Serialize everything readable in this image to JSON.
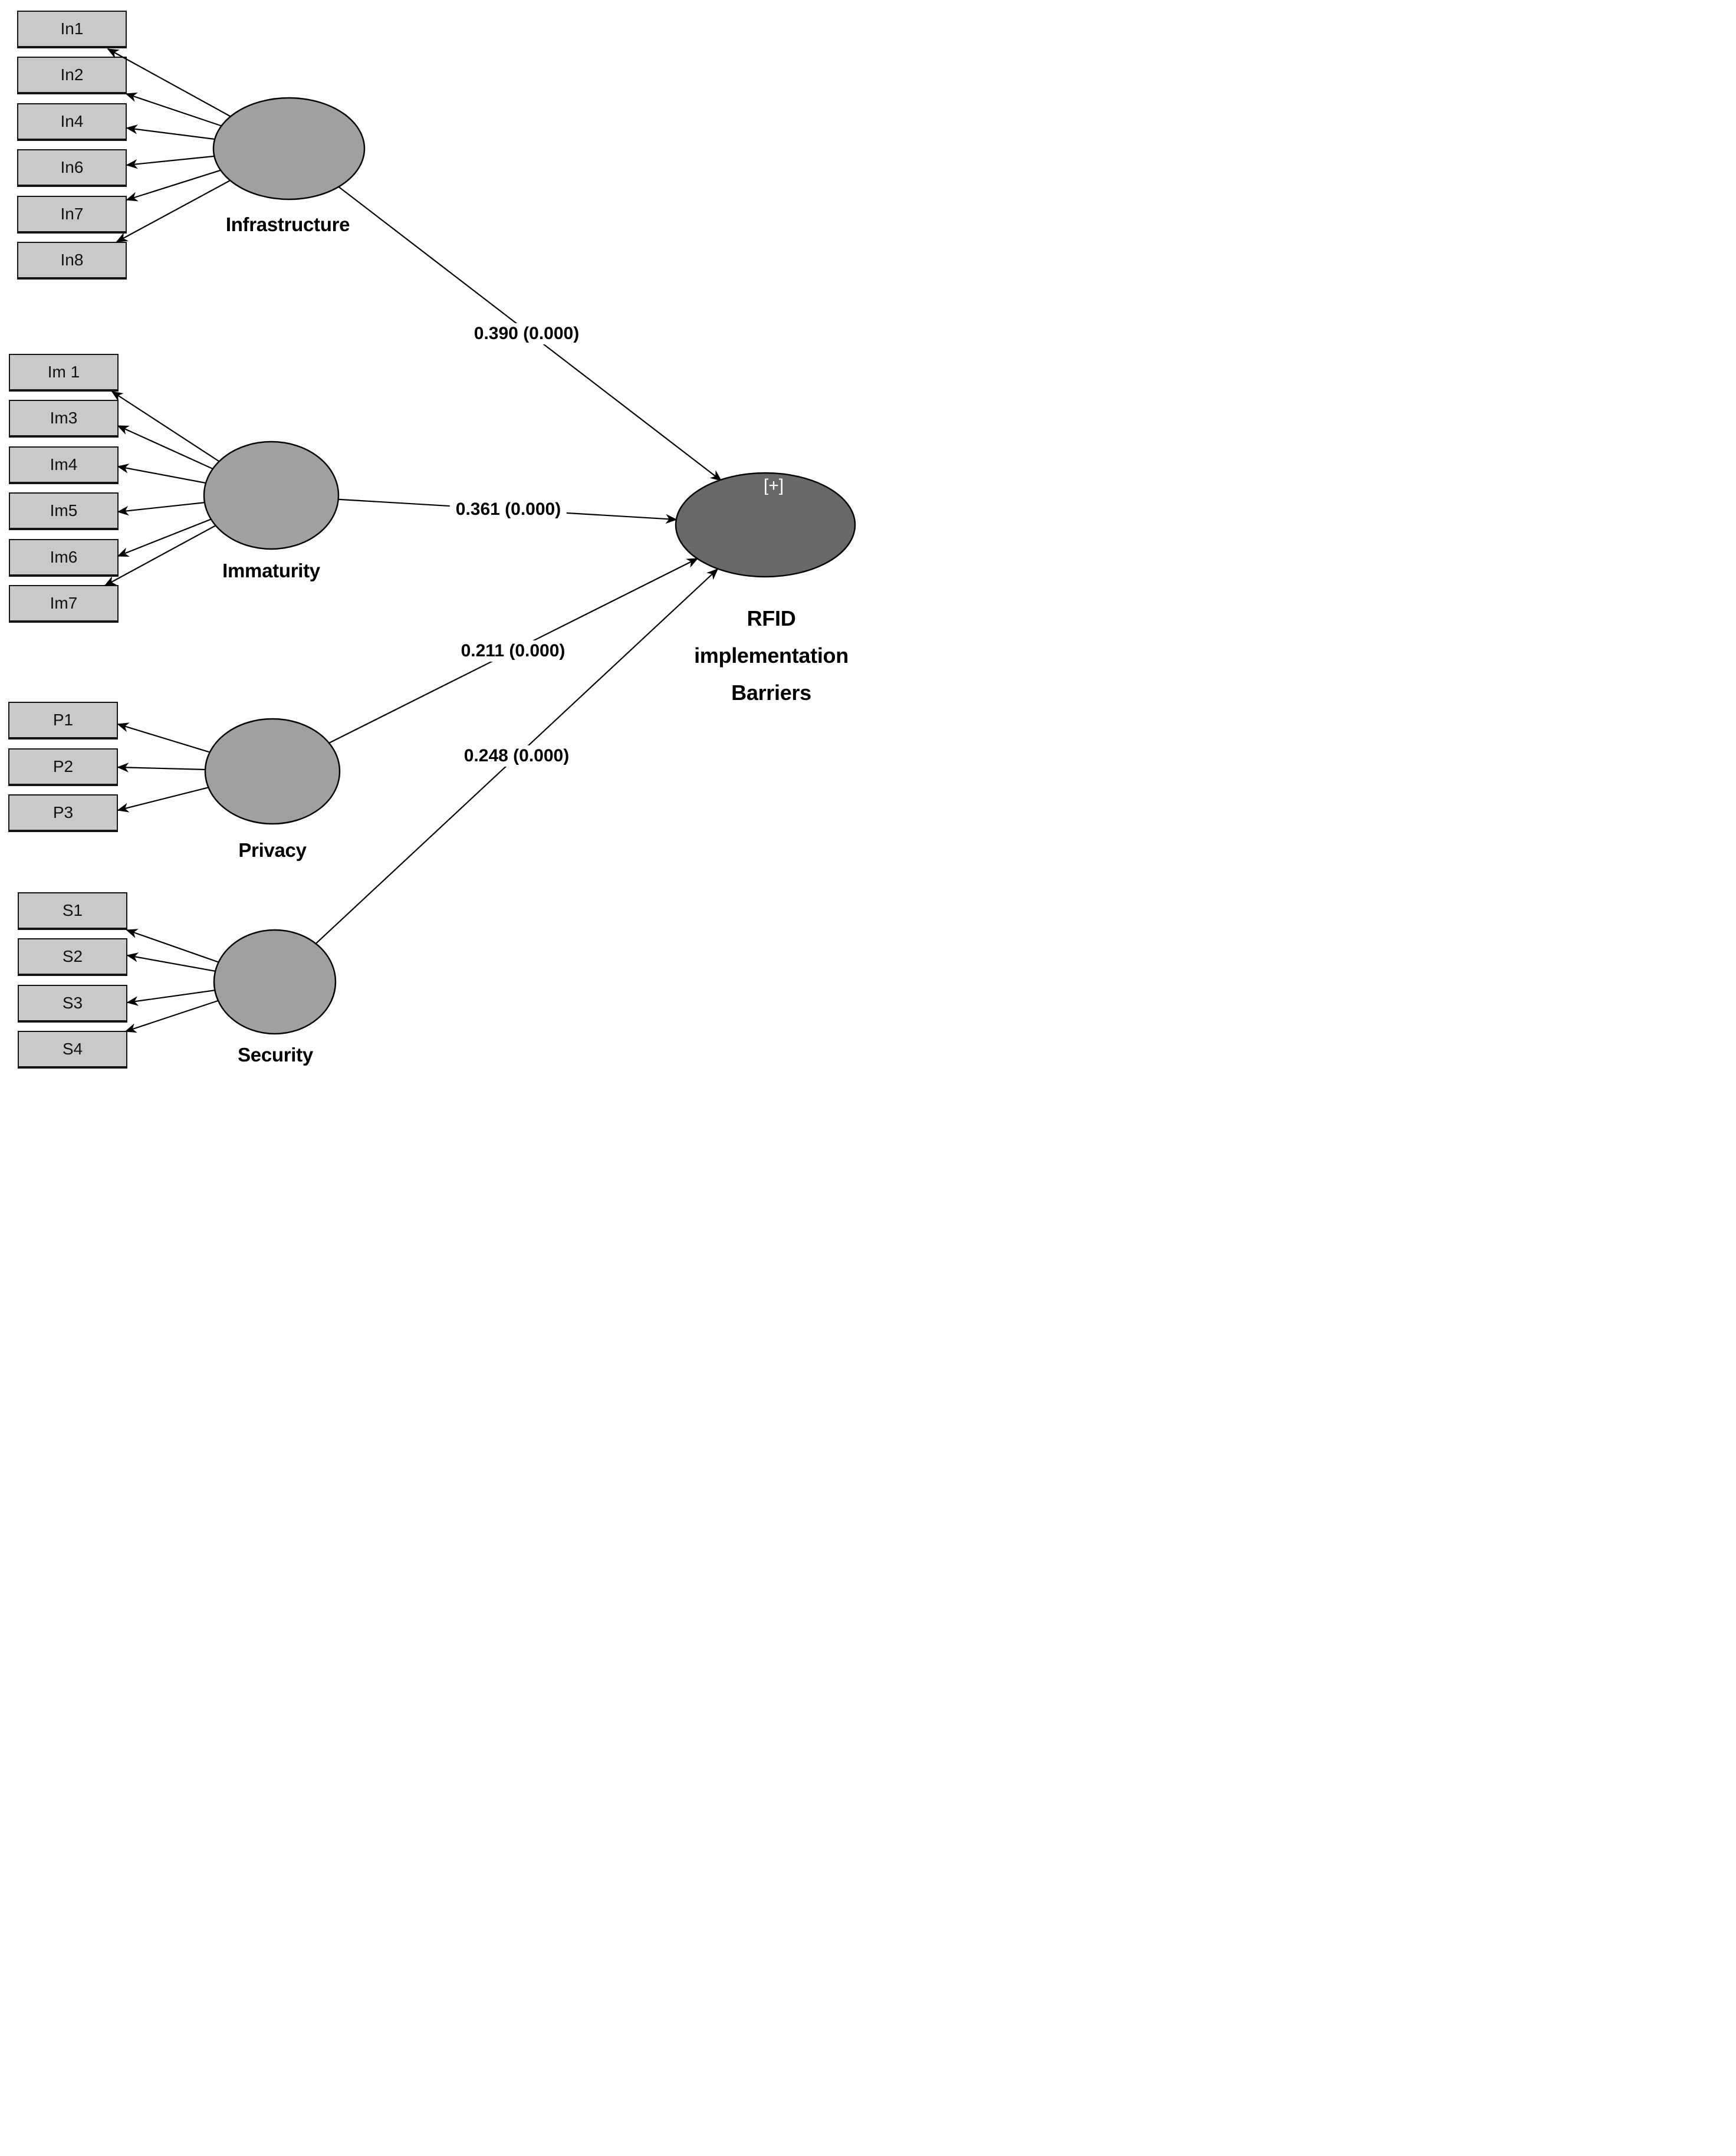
{
  "figure": {
    "kind": "structural-equation-model-path-diagram"
  },
  "colors": {
    "background": "#ffffff",
    "indicator_fill": "#c9c9c9",
    "indicator_border": "#151515",
    "construct_fill": "#a0a0a0",
    "construct_border": "#050505",
    "target_fill": "#686868",
    "arrow": "#000000",
    "label_text": "#000000",
    "plus_text": "#ffffff"
  },
  "constructs": [
    {
      "label": "Infrastructure",
      "path_label": "0.390 (0.000)",
      "indicators": [
        "In1",
        "In2",
        "In4",
        "In6",
        "In7",
        "In8"
      ]
    },
    {
      "label": "Immaturity",
      "path_label": "0.361 (0.000)",
      "indicators": [
        "Im 1",
        "Im3",
        "Im4",
        "Im5",
        "Im6",
        "Im7"
      ]
    },
    {
      "label": "Privacy",
      "path_label": "0.211 (0.000)",
      "indicators": [
        "P1",
        "P2",
        "P3"
      ]
    },
    {
      "label": "Security",
      "path_label": "0.248 (0.000)",
      "indicators": [
        "S1",
        "S2",
        "S3",
        "S4"
      ]
    }
  ],
  "target": {
    "line1": "RFID",
    "line2": "implementation",
    "line3": "Barriers",
    "plus_symbol": "[+]"
  }
}
